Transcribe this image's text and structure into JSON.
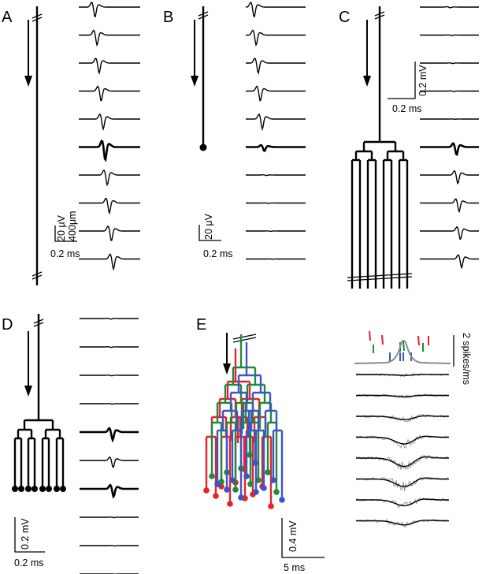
{
  "colors": {
    "ink": "#000000",
    "red": "#e8222a",
    "green": "#1f8a3c",
    "blue": "#3a56c7",
    "gray": "#8c8c8c"
  },
  "panels": {
    "a": {
      "label": "A",
      "scale_y": "20 μV",
      "scale_len": "400μm",
      "scale_x": "0.2 ms",
      "traces": [
        1.0,
        1.0,
        1.0,
        1.0,
        1.0,
        1.3,
        1.0,
        1.0,
        1.0,
        1.0
      ]
    },
    "b": {
      "label": "B",
      "scale_y": "20 μV",
      "scale_x": "0.2 ms",
      "traces": [
        1.0,
        1.0,
        1.0,
        1.0,
        1.0,
        0.4,
        0.05,
        0.04,
        0.03,
        0.02
      ]
    },
    "c": {
      "label": "C",
      "scale_y": "0.2 mV",
      "scale_x": "0.2 ms",
      "traces": [
        0.08,
        0.05,
        0.05,
        0.05,
        0.03,
        0.9,
        1.0,
        1.0,
        1.0,
        1.0
      ]
    },
    "d": {
      "label": "D",
      "scale_y": "0.2 mV",
      "scale_x": "0.2 ms",
      "traces": [
        0.08,
        0.06,
        0.06,
        0.06,
        1.0,
        0.9,
        1.0,
        0.05,
        0.04,
        0.03
      ]
    },
    "e": {
      "label": "E",
      "scale_y": "0.4 mV",
      "scale_x": "5 ms",
      "scale_rate": "2 spikes/ms",
      "traces": [
        0.1,
        0.15,
        0.4,
        0.8,
        1.0,
        0.9,
        0.7,
        0.5
      ]
    }
  }
}
